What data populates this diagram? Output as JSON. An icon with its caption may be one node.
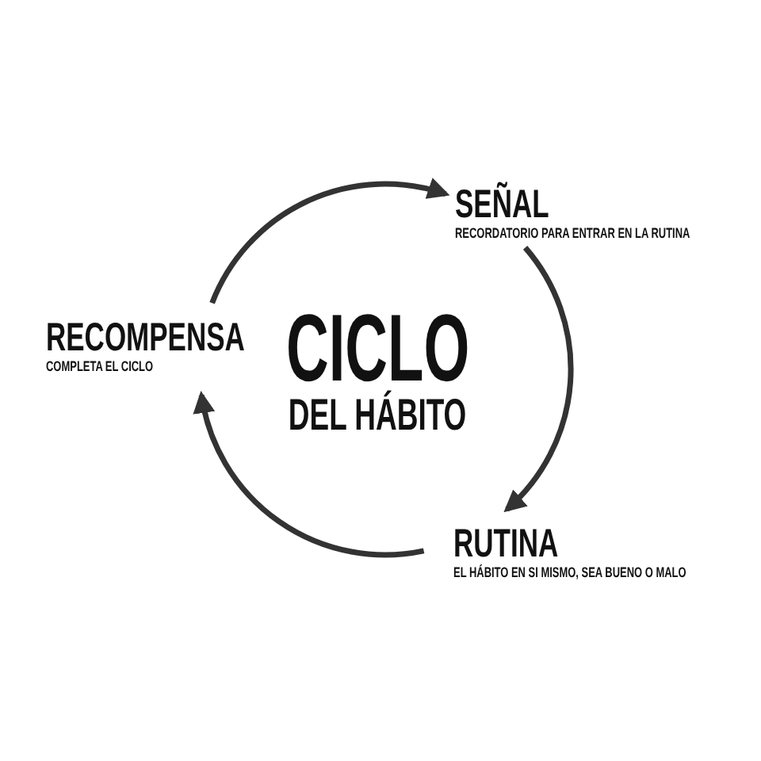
{
  "diagram": {
    "title": "CICLO DEL HÁBITO",
    "nodes": [
      {
        "text": [
          "SEÑAL",
          "RECORDATORIO PARA ENTRAR EN LA RUTINA"
        ]
      },
      {
        "text": [
          "RUTINA",
          "EL HÁBITO EN SI MISMO, SEA BUENO O MALO"
        ]
      },
      {
        "text": [
          "RECOMPENSA",
          "COMPLETA EL CICLO"
        ]
      }
    ],
    "edges": [
      {
        "from": 2,
        "to": 0,
        "arrow": "to"
      },
      {
        "from": 0,
        "to": 1,
        "arrow": "to"
      },
      {
        "from": 1,
        "to": 2,
        "arrow": "to"
      }
    ]
  }
}
